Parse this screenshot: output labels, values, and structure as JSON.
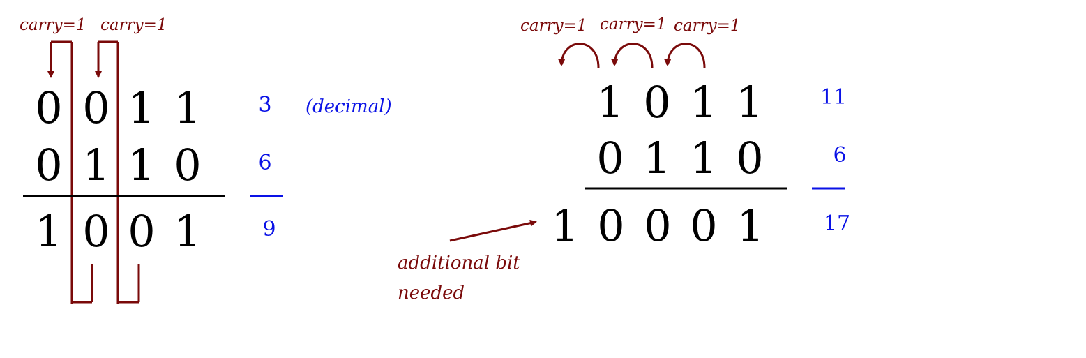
{
  "colors": {
    "annotation": "#7a0a0a",
    "decimal": "#0a12e6",
    "digits": "#000000"
  },
  "left": {
    "carry_labels": [
      "carry=1",
      "carry=1"
    ],
    "row1": [
      "0",
      "0",
      "1",
      "1"
    ],
    "row2": [
      "0",
      "1",
      "1",
      "0"
    ],
    "result": [
      "1",
      "0",
      "0",
      "1"
    ],
    "dec1": "3",
    "dec2": "6",
    "dec_result": "9",
    "note": "(decimal)"
  },
  "right": {
    "carry_labels": [
      "carry=1",
      "carry=1",
      "carry=1"
    ],
    "row1": [
      "1",
      "0",
      "1",
      "1"
    ],
    "row2": [
      "0",
      "1",
      "1",
      "0"
    ],
    "result": [
      "1",
      "0",
      "0",
      "0",
      "1"
    ],
    "dec1": "11",
    "dec2": "6",
    "dec_result": "17",
    "annotation_line1": "additional bit",
    "annotation_line2": "needed"
  }
}
